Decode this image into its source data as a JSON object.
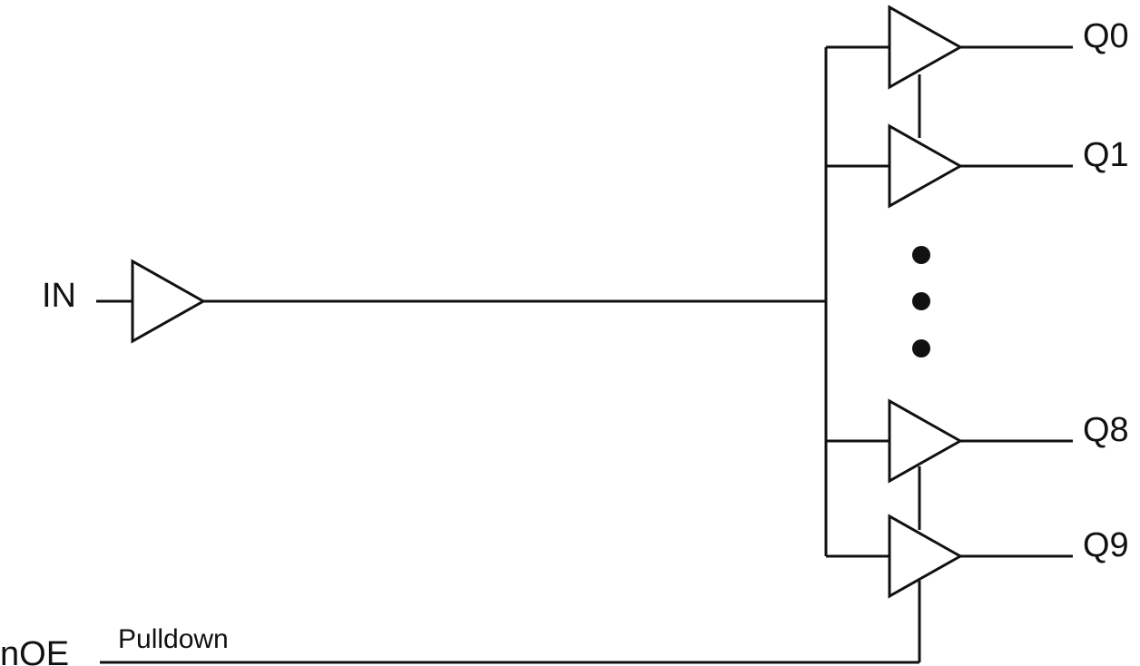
{
  "signals": {
    "input": "IN",
    "enable": "nOE",
    "enable_note": "Pulldown",
    "outputs": [
      "Q0",
      "Q1",
      "Q8",
      "Q9"
    ]
  },
  "colors": {
    "line": "#111111",
    "background": "#ffffff"
  }
}
